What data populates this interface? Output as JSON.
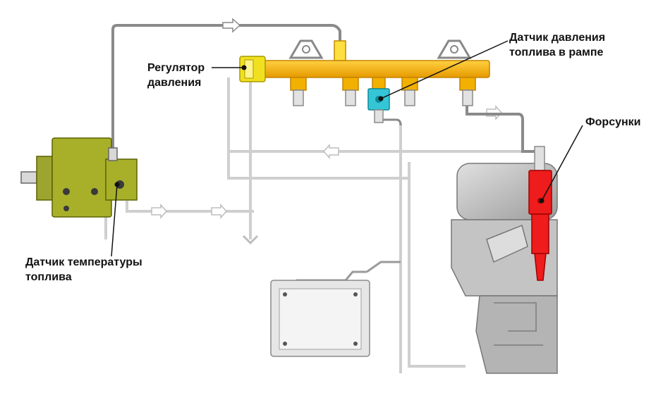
{
  "labels": {
    "pressure_regulator": [
      "Регулятор",
      "давления"
    ],
    "rail_pressure_sensor": [
      "Датчик давления",
      "топлива в рампе"
    ],
    "injectors": [
      "Форсунки"
    ],
    "fuel_temperature_sensor": [
      "Датчик температуры",
      "топлива"
    ]
  },
  "colors": {
    "rail": "#f7b500",
    "regulator": "#f0e020",
    "rail_sensor": "#34c6d6",
    "injector": "#ee1c1c",
    "pump": "#a8b02a",
    "pipe_supply": "#8a8a8a",
    "pipe_return": "#c8c8c8",
    "engine": "#bdbdbd",
    "ecu": "#d9d9d9"
  }
}
